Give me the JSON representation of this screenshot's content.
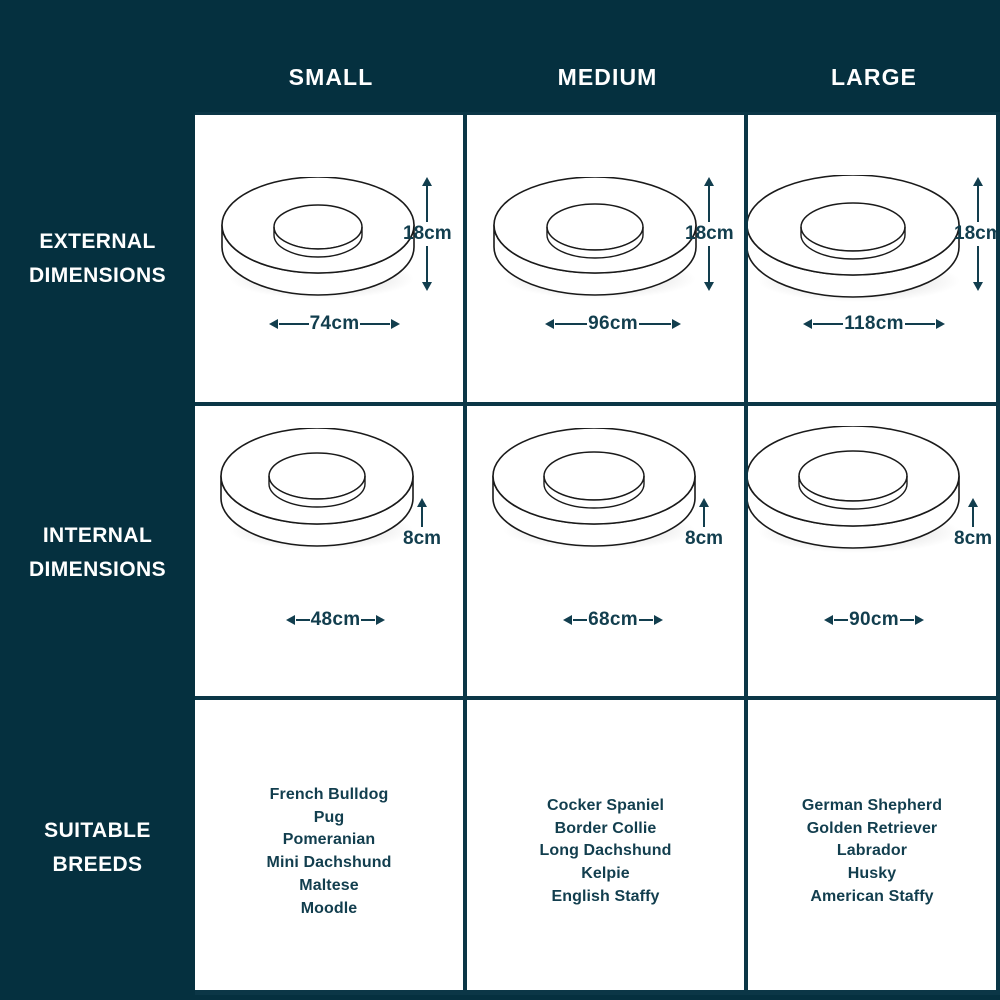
{
  "colors": {
    "background": "#05303f",
    "panel": "#ffffff",
    "grid_line": "#0b3646",
    "ink": "#123e4e",
    "header_text": "#ffffff",
    "ring_stroke": "#1a1a1a"
  },
  "columns": [
    {
      "key": "small",
      "label": "SMALL"
    },
    {
      "key": "medium",
      "label": "MEDIUM"
    },
    {
      "key": "large",
      "label": "LARGE"
    }
  ],
  "rows": [
    {
      "key": "external",
      "label_line1": "EXTERNAL",
      "label_line2": "DIMENSIONS"
    },
    {
      "key": "internal",
      "label_line1": "INTERNAL",
      "label_line2": "DIMENSIONS"
    },
    {
      "key": "breeds",
      "label_line1": "SUITABLE",
      "label_line2": "BREEDS"
    }
  ],
  "external": {
    "small": {
      "width": "74cm",
      "height": "18cm"
    },
    "medium": {
      "width": "96cm",
      "height": "18cm"
    },
    "large": {
      "width": "118cm",
      "height": "18cm"
    }
  },
  "internal": {
    "small": {
      "width": "48cm",
      "height": "8cm"
    },
    "medium": {
      "width": "68cm",
      "height": "8cm"
    },
    "large": {
      "width": "90cm",
      "height": "8cm"
    }
  },
  "breeds": {
    "small": [
      "French Bulldog",
      "Pug",
      "Pomeranian",
      "Mini Dachshund",
      "Maltese",
      "Moodle"
    ],
    "medium": [
      "Cocker Spaniel",
      "Border Collie",
      "Long Dachshund",
      "Kelpie",
      "English Staffy"
    ],
    "large": [
      "German Shepherd",
      "Golden Retriever",
      "Labrador",
      "Husky",
      "American Staffy"
    ]
  },
  "icons": {
    "ring": "donut-bed-icon",
    "arrow_left": "arrow-left-icon",
    "arrow_right": "arrow-right-icon",
    "arrow_up": "arrow-up-icon",
    "arrow_down": "arrow-down-icon"
  }
}
